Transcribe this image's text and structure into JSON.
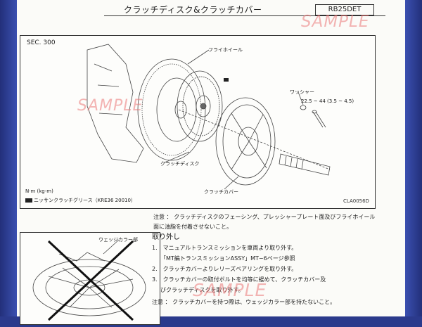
{
  "header": {
    "title": "クラッチディスク&クラッチカバー",
    "code": "RB25DET"
  },
  "watermark": "SAMPLE",
  "figure1": {
    "section": "SEC. 300",
    "labels": {
      "flywheel": "フライホイール",
      "washer": "ワッシャー",
      "torque": "22.5 ~ 44 (3.5 ~ 4.5)",
      "clutch_disc": "クラッチディスク",
      "clutch_cover": "クラッチカバー"
    },
    "unit_note": "N·m (kg-m)",
    "grease_note": "ニッサンクラッチグリース（KRE36 20010）",
    "figure_code": "CLA0056D"
  },
  "note_top": "注意 ： クラッチディスクのフェーシング、プレッシャープレート面及びフライホイール面に油脂を付着させないこと。",
  "removal": {
    "title": "取り外し",
    "steps": [
      "1.　マニュアルトランスミッションを車両より取り外す。",
      "「MT編トランスミッションASSY」MT−6ページ参照",
      "2.　クラッチカバーよりレリーズベアリングを取り外す。",
      "3.　クラッチカバーの取付ボルトを均等に緩めて、クラッチカバー及",
      "びクラッチディスクを取り外す。"
    ],
    "note": "注意 ： クラッチカバーを持つ際は、ウェッジカラー部を持たないこと。"
  },
  "figure2": {
    "label": "ウェッジカラー部"
  }
}
